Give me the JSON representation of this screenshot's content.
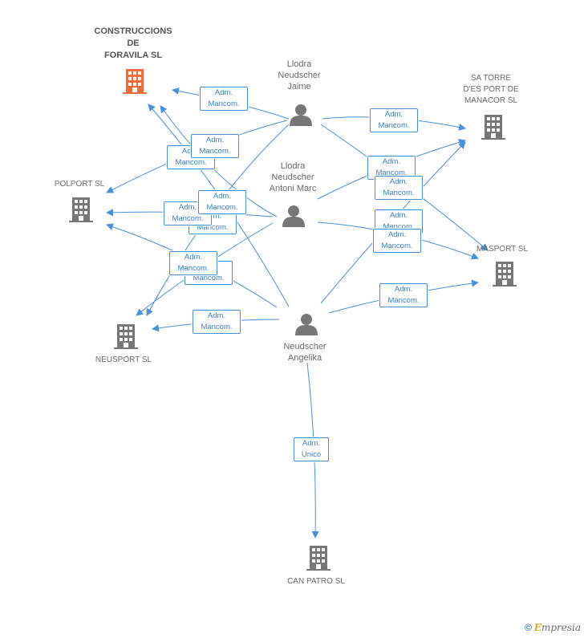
{
  "companies": {
    "construccions": {
      "label": "CONSTRUCCIONS\nDE\nFORAVILA SL",
      "color": "#f26b3a"
    },
    "polport": {
      "label": "POLPORT SL"
    },
    "neusport": {
      "label": "NEUSPORT SL"
    },
    "satorre": {
      "label": "SA TORRE\nD'ES PORT DE\nMANACOR SL"
    },
    "masport": {
      "label": "MASPORT SL"
    },
    "canpatro": {
      "label": "CAN PATRO SL"
    }
  },
  "people": {
    "jaime": {
      "label": "Llodra\nNeudscher\nJaime"
    },
    "antoni": {
      "label": "Llodra\nNeudscher\nAntoni Marc"
    },
    "angelika": {
      "label": "Neudscher\nAngelika"
    }
  },
  "edge_labels": {
    "mancom": "Adm.\nMancom.",
    "unico": "Adm.\nUnico"
  },
  "colors": {
    "edge": "#4a90d9",
    "icon": "#777777",
    "highlight": "#f26b3a"
  },
  "icons": {
    "company": "building-icon",
    "person": "person-icon"
  },
  "footer": {
    "copyright": "©",
    "brand_first": "E",
    "brand_rest": "mpresia"
  }
}
